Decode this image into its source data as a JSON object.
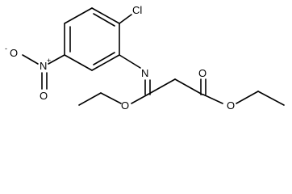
{
  "molecule": {
    "atoms": {
      "cl": "Cl",
      "n_imine": "N",
      "n_nitro": "N",
      "o_nitro_minus": "O",
      "o_nitro_dbl": "O",
      "o_ethoxy": "O",
      "o_ester_carbonyl": "O",
      "o_ester": "O"
    },
    "charges": {
      "n_nitro": "+",
      "o_nitro_minus": "-"
    }
  }
}
